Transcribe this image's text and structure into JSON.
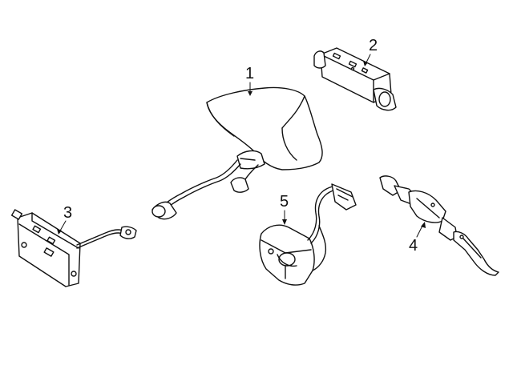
{
  "diagram": {
    "parts": [
      {
        "id": "part-1",
        "callout": "1"
      },
      {
        "id": "part-2",
        "callout": "2"
      },
      {
        "id": "part-3",
        "callout": "3"
      },
      {
        "id": "part-4",
        "callout": "4"
      },
      {
        "id": "part-5",
        "callout": "5"
      }
    ]
  }
}
